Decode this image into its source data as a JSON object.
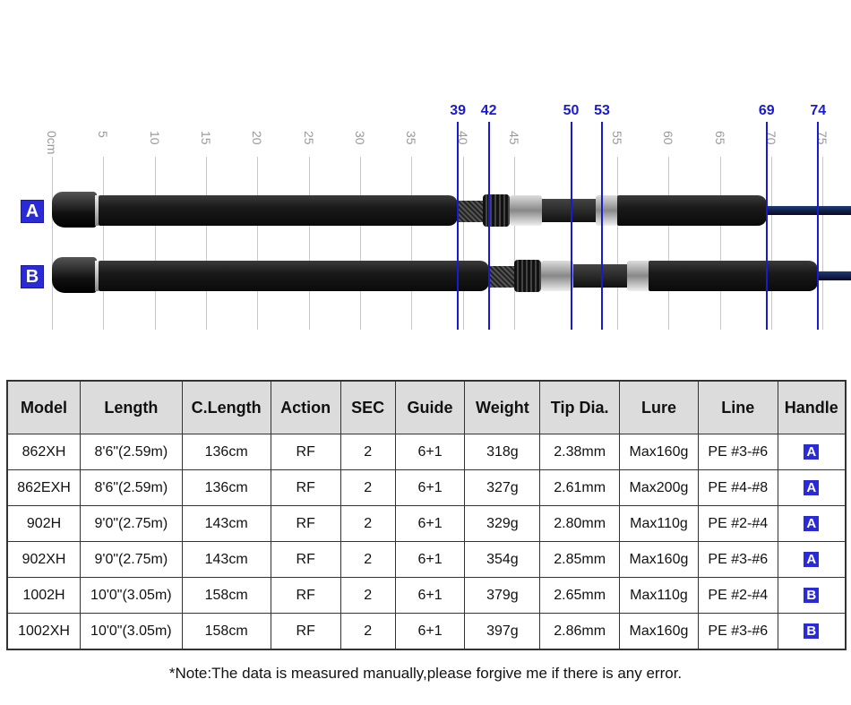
{
  "ruler": {
    "ticks": [
      "0cm",
      "5",
      "10",
      "15",
      "20",
      "25",
      "30",
      "35",
      "40",
      "45",
      "55",
      "60",
      "65",
      "70",
      "75"
    ],
    "tick_values": [
      0,
      5,
      10,
      15,
      20,
      25,
      30,
      35,
      40,
      45,
      55,
      60,
      65,
      70,
      75
    ],
    "markers": [
      "39",
      "42",
      "50",
      "53",
      "69",
      "74"
    ],
    "marker_values": [
      39,
      42,
      50,
      53,
      69,
      74
    ],
    "marker_color": "#1a1ad0"
  },
  "rods": [
    {
      "label": "A",
      "grip_end_cm": 39,
      "seat_end_cm": 69
    },
    {
      "label": "B",
      "grip_end_cm": 42,
      "seat_end_cm": 74
    }
  ],
  "table": {
    "headers": [
      "Model",
      "Length",
      "C.Length",
      "Action",
      "SEC",
      "Guide",
      "Weight",
      "Tip Dia.",
      "Lure",
      "Line",
      "Handle"
    ],
    "rows": [
      [
        "862XH",
        "8'6\"(2.59m)",
        "136cm",
        "RF",
        "2",
        "6+1",
        "318g",
        "2.38mm",
        "Max160g",
        "PE #3-#6",
        "A"
      ],
      [
        "862EXH",
        "8'6\"(2.59m)",
        "136cm",
        "RF",
        "2",
        "6+1",
        "327g",
        "2.61mm",
        "Max200g",
        "PE #4-#8",
        "A"
      ],
      [
        "902H",
        "9'0\"(2.75m)",
        "143cm",
        "RF",
        "2",
        "6+1",
        "329g",
        "2.80mm",
        "Max110g",
        "PE #2-#4",
        "A"
      ],
      [
        "902XH",
        "9'0\"(2.75m)",
        "143cm",
        "RF",
        "2",
        "6+1",
        "354g",
        "2.85mm",
        "Max160g",
        "PE #3-#6",
        "A"
      ],
      [
        "1002H",
        "10'0\"(3.05m)",
        "158cm",
        "RF",
        "2",
        "6+1",
        "379g",
        "2.65mm",
        "Max110g",
        "PE #2-#4",
        "B"
      ],
      [
        "1002XH",
        "10'0\"(3.05m)",
        "158cm",
        "RF",
        "2",
        "6+1",
        "397g",
        "2.86mm",
        "Max160g",
        "PE #3-#6",
        "B"
      ]
    ]
  },
  "note": "*Note:The data is measured manually,please forgive me if there is any error."
}
